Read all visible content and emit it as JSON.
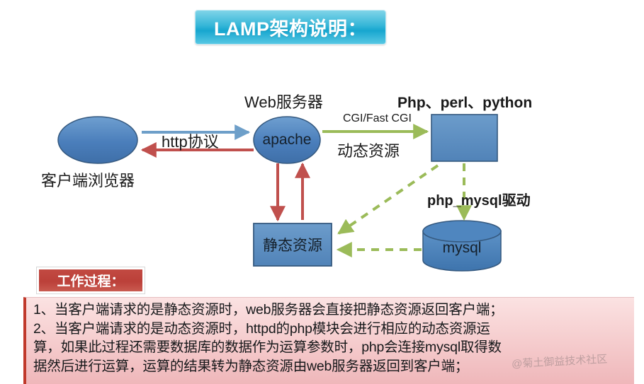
{
  "title": {
    "text": "LAMP架构说明：",
    "bg_color_start": "#7fd4e8",
    "bg_color_end": "#17a6cf",
    "text_color": "#ffffff"
  },
  "diagram": {
    "nodes": [
      {
        "id": "client",
        "label": "",
        "caption": "客户端浏览器",
        "shape": "ellipse",
        "fill": "#4a7ebb"
      },
      {
        "id": "apache",
        "label": "apache",
        "caption": "Web服务器",
        "shape": "ellipse",
        "fill": "#4a7ebb"
      },
      {
        "id": "appserver",
        "label": "",
        "caption": "Php、perl、python",
        "shape": "rect",
        "fill": "#5b8fc4"
      },
      {
        "id": "static",
        "label": "静态资源",
        "caption": "",
        "shape": "rect",
        "fill": "#5b8fc4"
      },
      {
        "id": "mysql",
        "label": "mysql",
        "caption": "",
        "shape": "cylinder",
        "fill": "#4a86c5"
      }
    ],
    "edge_labels": {
      "http": "http协议",
      "cgi": "CGI/Fast CGI",
      "dynamic": "动态资源",
      "driver": "php_mysql驱动"
    },
    "colors": {
      "node_blue": "#4a7ebb",
      "node_border": "#35597f",
      "arrow_red": "#c0504d",
      "arrow_blue": "#6e9fc9",
      "arrow_green": "#9bbb59"
    }
  },
  "work_process": {
    "heading": "工作过程：",
    "heading_bg": "#bb4039",
    "lines": [
      "1、当客户端请求的是静态资源时，web服务器会直接把静态资源返回客户端；",
      "2、当客户端请求的是动态资源时，httpd的php模块会进行相应的动态资源运",
      "算，如果此过程还需要数据库的数据作为运算参数时，php会连接mysql取得数",
      "据然后进行运算，运算的结果转为静态资源由web服务器返回到客户端；"
    ]
  },
  "watermark": {
    "text": "@菊土御益技术社区"
  }
}
